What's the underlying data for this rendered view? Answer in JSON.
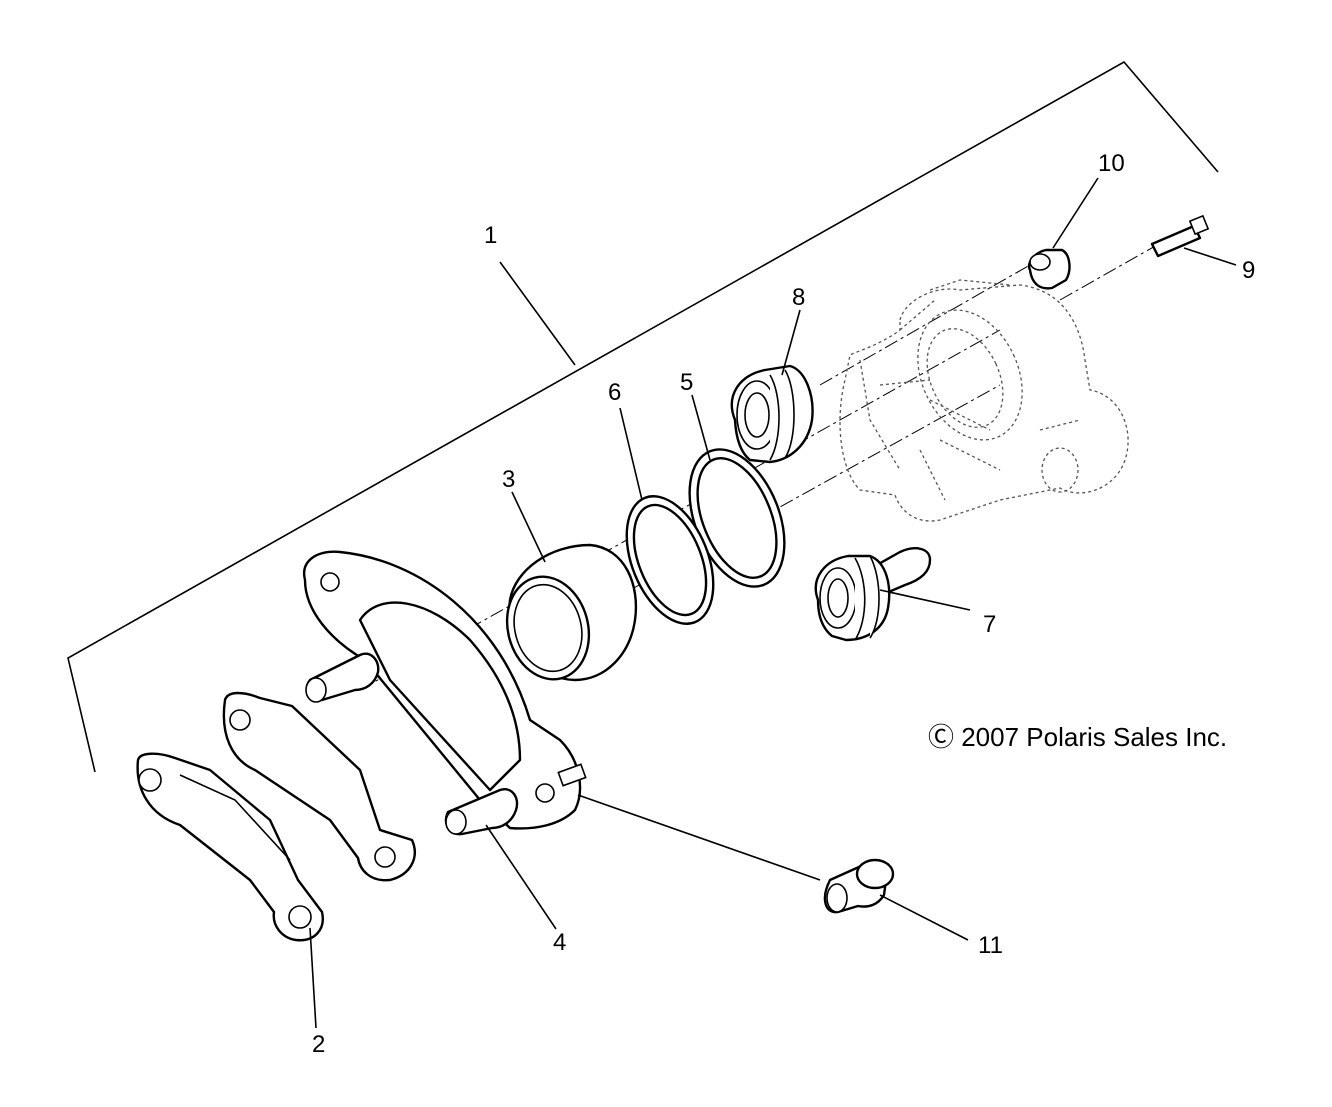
{
  "diagram": {
    "copyright": "Ⓒ 2007 Polaris Sales Inc.",
    "callouts": [
      {
        "id": "1",
        "label": "1"
      },
      {
        "id": "2",
        "label": "2"
      },
      {
        "id": "3",
        "label": "3"
      },
      {
        "id": "4",
        "label": "4"
      },
      {
        "id": "5",
        "label": "5"
      },
      {
        "id": "6",
        "label": "6"
      },
      {
        "id": "7",
        "label": "7"
      },
      {
        "id": "8",
        "label": "8"
      },
      {
        "id": "9",
        "label": "9"
      },
      {
        "id": "10",
        "label": "10"
      },
      {
        "id": "11",
        "label": "11"
      }
    ]
  }
}
